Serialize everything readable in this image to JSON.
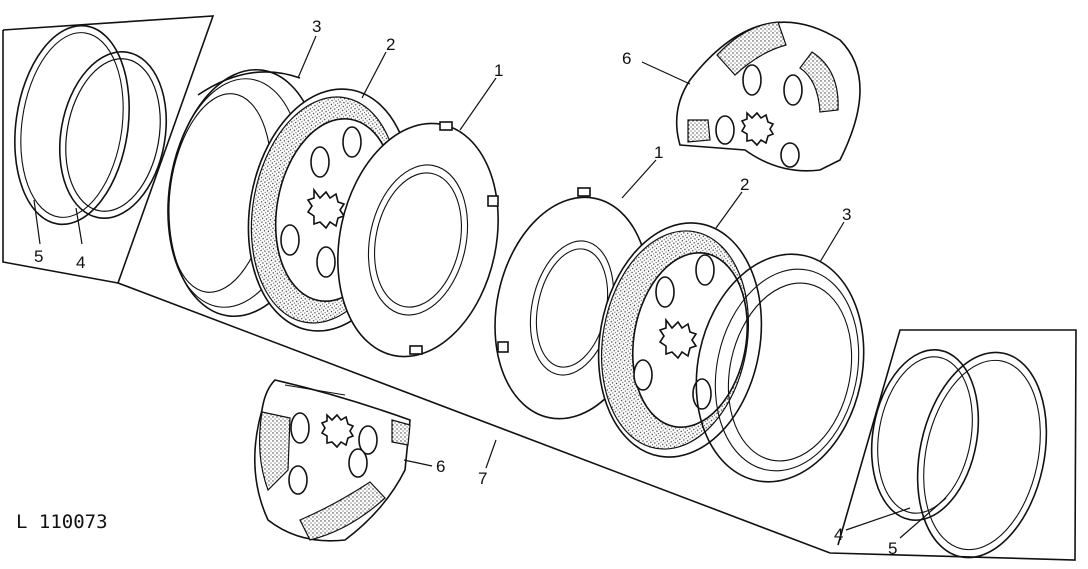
{
  "figure": {
    "id_label": "L 110073",
    "callouts": [
      {
        "key": "c3a",
        "text": "3"
      },
      {
        "key": "c2a",
        "text": "2"
      },
      {
        "key": "c1a",
        "text": "1"
      },
      {
        "key": "c6a",
        "text": "6"
      },
      {
        "key": "c1b",
        "text": "1"
      },
      {
        "key": "c2b",
        "text": "2"
      },
      {
        "key": "c3b",
        "text": "3"
      },
      {
        "key": "c5a",
        "text": "5"
      },
      {
        "key": "c4a",
        "text": "4"
      },
      {
        "key": "c6b",
        "text": "6"
      },
      {
        "key": "c7",
        "text": "7"
      },
      {
        "key": "c4b",
        "text": "4"
      },
      {
        "key": "c5b",
        "text": "5"
      }
    ]
  }
}
